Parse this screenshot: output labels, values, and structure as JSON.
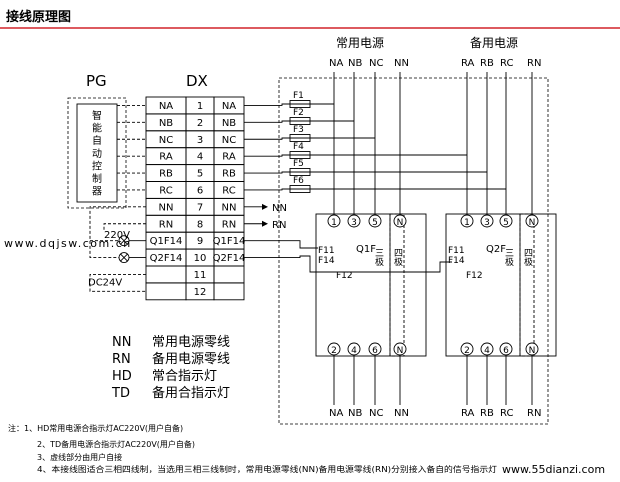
{
  "title": "接线原理图",
  "colors": {
    "title": "#d2232a",
    "line": "#000000",
    "wm_right": "#d2232a"
  },
  "pg": {
    "label": "PG",
    "controller": [
      "智",
      "能",
      "自",
      "动",
      "控",
      "制",
      "器"
    ]
  },
  "dx": {
    "label": "DX",
    "rows": [
      {
        "left": "NA",
        "num": "1",
        "right": "NA"
      },
      {
        "left": "NB",
        "num": "2",
        "right": "NB"
      },
      {
        "left": "NC",
        "num": "3",
        "right": "NC"
      },
      {
        "left": "RA",
        "num": "4",
        "right": "RA"
      },
      {
        "left": "RB",
        "num": "5",
        "right": "RB"
      },
      {
        "left": "RC",
        "num": "6",
        "right": "RC"
      },
      {
        "left": "NN",
        "num": "7",
        "right": "NN"
      },
      {
        "left": "RN",
        "num": "8",
        "right": "RN"
      },
      {
        "left": "Q1F14",
        "num": "9",
        "right": "Q1F14"
      },
      {
        "left": "Q2F14",
        "num": "10",
        "right": "Q2F14"
      },
      {
        "left": "",
        "num": "11",
        "right": ""
      },
      {
        "left": "",
        "num": "12",
        "right": ""
      }
    ],
    "arrow_nn": "NN",
    "arrow_rn": "RN",
    "v220": "220V",
    "dc24": "DC24V"
  },
  "normal_source": {
    "title": "常用电源",
    "top": [
      "NA",
      "NB",
      "NC",
      "NN"
    ],
    "bottom": [
      "NA",
      "NB",
      "NC",
      "NN"
    ]
  },
  "backup_source": {
    "title": "备用电源",
    "top": [
      "RA",
      "RB",
      "RC",
      "RN"
    ],
    "bottom": [
      "RA",
      "RB",
      "RC",
      "RN"
    ]
  },
  "fuses": [
    "F1",
    "F2",
    "F3",
    "F4",
    "F5",
    "F6"
  ],
  "breaker1": {
    "name": "Q1F",
    "top_terminals": [
      "1",
      "3",
      "5",
      "N"
    ],
    "bottom_terminals": [
      "2",
      "4",
      "6",
      "N"
    ],
    "f11": "F11",
    "f14": "F14",
    "f12": "F12",
    "pole3": "三极",
    "pole4": "四极"
  },
  "breaker2": {
    "name": "Q2F",
    "top_terminals": [
      "1",
      "3",
      "5",
      "N"
    ],
    "bottom_terminals": [
      "2",
      "4",
      "6",
      "N"
    ],
    "f11": "F11",
    "f14": "F14",
    "f12": "F12",
    "pole3": "三极",
    "pole4": "四极"
  },
  "legend": [
    {
      "code": "NN",
      "desc": "常用电源零线"
    },
    {
      "code": "RN",
      "desc": "备用电源零线"
    },
    {
      "code": "HD",
      "desc": "常合指示灯"
    },
    {
      "code": "TD",
      "desc": "备用合指示灯"
    }
  ],
  "notes": [
    "注：1、HD常用电源合指示灯AC220V(用户自备)",
    "2、TD备用电源合指示灯AC220V(用户自备)",
    "3、虚线部分由用户自接",
    "4、本接线图适合三相四线制，当选用三相三线制时，常用电源零线(NN)备用电源零线(RN)分别接入备自的信号指示灯"
  ],
  "watermark_left": "www.dqjsw.com.cn",
  "watermark_right": "www.55dianzi.com"
}
